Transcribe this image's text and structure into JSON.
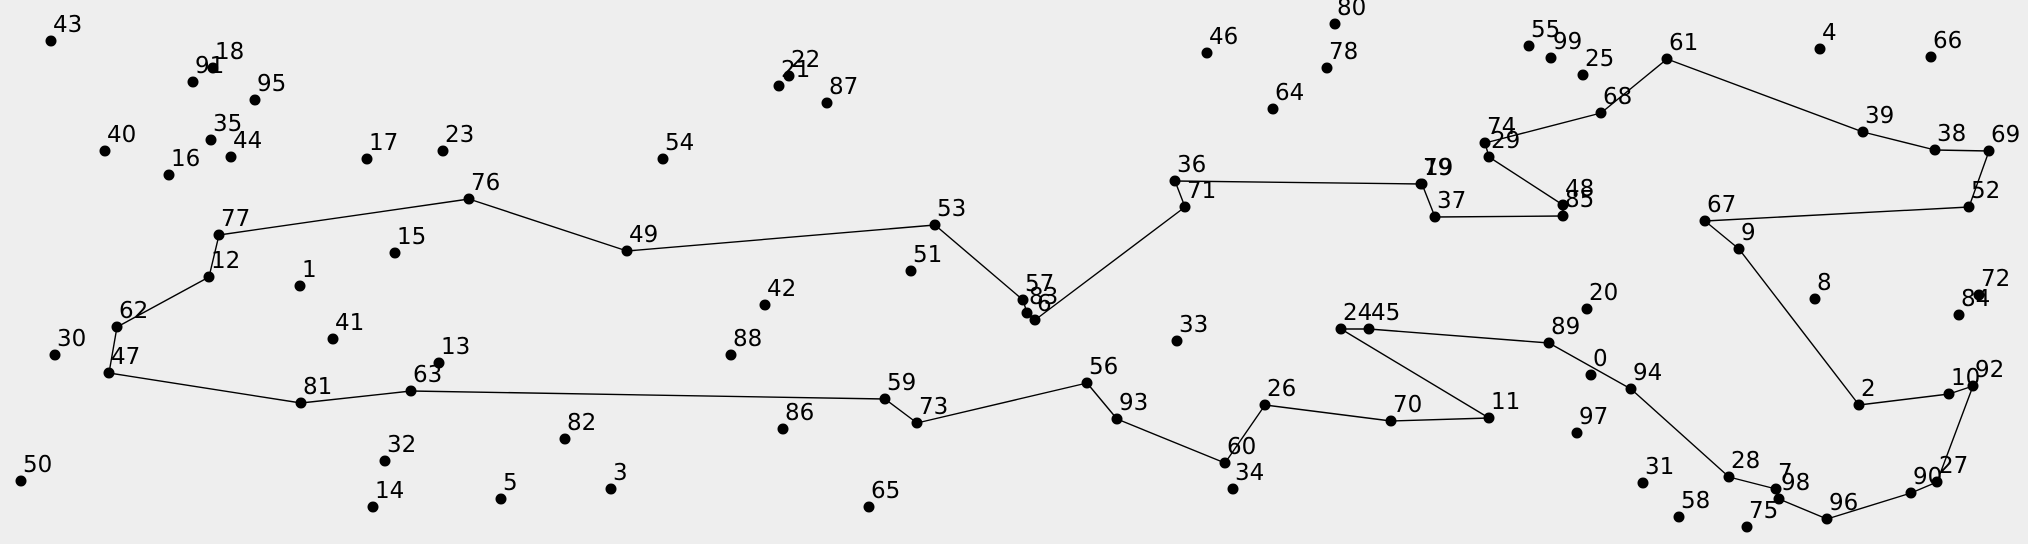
{
  "background": "#eeeeee",
  "point_color": "#000000",
  "labels": [
    "0",
    "1",
    "2",
    "3",
    "4",
    "5",
    "6",
    "7",
    "8",
    "9",
    "10",
    "11",
    "12",
    "13",
    "14",
    "15",
    "16",
    "17",
    "18",
    "19",
    "20",
    "21",
    "22",
    "23",
    "24",
    "25",
    "26",
    "27",
    "28",
    "29",
    "30",
    "31",
    "32",
    "33",
    "34",
    "35",
    "36",
    "37",
    "38",
    "39",
    "40",
    "41",
    "42",
    "43",
    "44",
    "45",
    "46",
    "47",
    "48",
    "49",
    "50",
    "51",
    "52",
    "53",
    "54",
    "55",
    "56",
    "57",
    "58",
    "59",
    "60",
    "61",
    "62",
    "63",
    "64",
    "65",
    "66",
    "67",
    "68",
    "69",
    "70",
    "71",
    "72",
    "73",
    "74",
    "75",
    "76",
    "77",
    "78",
    "79",
    "80",
    "81",
    "82",
    "83",
    "84",
    "85",
    "86",
    "87",
    "88",
    "89",
    "90",
    "91",
    "92",
    "93",
    "94",
    "95",
    "96",
    "97",
    "98",
    "99"
  ],
  "route": [
    47,
    62,
    12,
    77,
    76,
    49,
    53,
    57,
    83,
    6,
    71,
    36,
    79,
    19,
    37,
    85,
    48,
    29,
    74,
    68,
    61,
    39,
    38,
    69,
    52,
    67,
    9,
    2,
    10,
    92,
    27,
    90,
    96,
    98,
    7,
    28,
    94,
    89,
    45,
    24,
    11,
    70,
    26,
    60,
    93,
    56,
    73,
    59,
    63,
    81,
    47
  ]
}
